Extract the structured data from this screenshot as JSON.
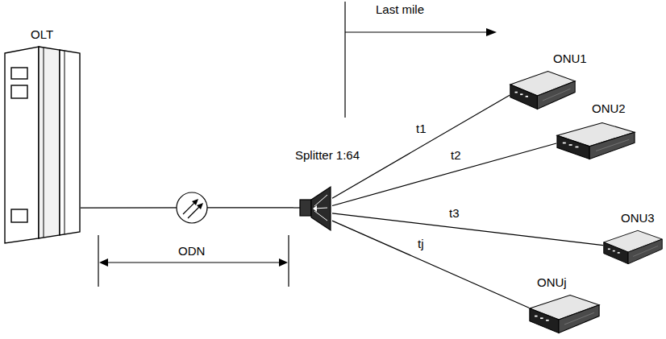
{
  "diagram": {
    "nodes": [
      {
        "text": [
          "OLT"
        ]
      },
      {
        "text": [
          "Splitter 1:64"
        ]
      },
      {
        "text": [
          "ONU1"
        ]
      },
      {
        "text": [
          "ONU2"
        ]
      },
      {
        "text": [
          "ONU3"
        ]
      },
      {
        "text": [
          "ONUj"
        ]
      }
    ],
    "edges": [
      {
        "from": 0,
        "to": 1,
        "arrow": "none"
      },
      {
        "from": 1,
        "to": 2,
        "arrow": "none",
        "label": "t1"
      },
      {
        "from": 1,
        "to": 3,
        "arrow": "none",
        "label": "t2"
      },
      {
        "from": 1,
        "to": 4,
        "arrow": "none",
        "label": "t3"
      },
      {
        "from": 1,
        "to": 5,
        "arrow": "none",
        "label": "tj"
      }
    ],
    "labels": [
      "Last mile",
      "ODN"
    ]
  }
}
